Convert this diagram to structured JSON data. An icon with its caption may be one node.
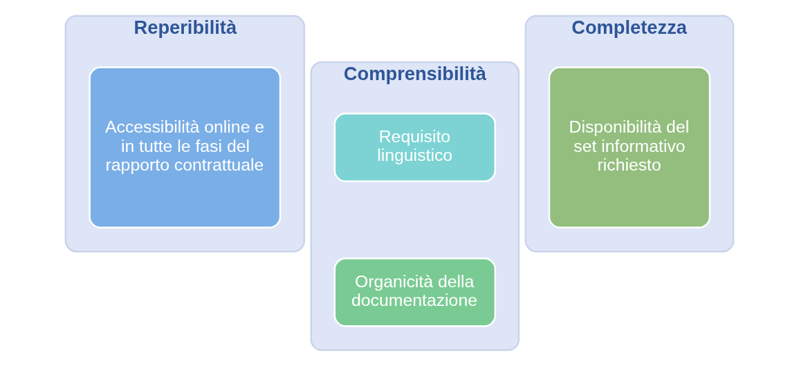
{
  "diagram": {
    "nodes": [
      {
        "text": [
          "Reperibilità"
        ]
      },
      {
        "text": [
          "Accessibilità online e in tutte le fasi del rapporto contrattuale"
        ],
        "in": 0
      },
      {
        "text": [
          "Comprensibilità"
        ]
      },
      {
        "text": [
          "Requisito linguistico"
        ],
        "in": 2
      },
      {
        "text": [
          "Organicità della documentazione"
        ],
        "in": 2
      },
      {
        "text": [
          "Completezza"
        ]
      },
      {
        "text": [
          "Disponibilità del set informativo richiesto"
        ],
        "in": 5
      }
    ]
  }
}
